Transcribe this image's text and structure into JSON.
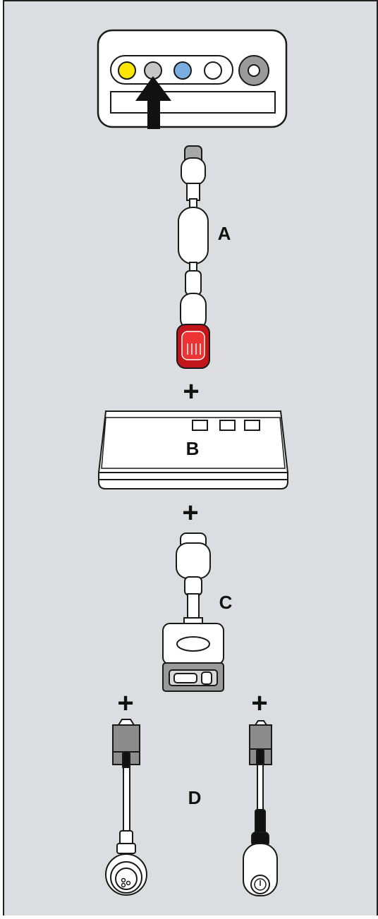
{
  "labels": {
    "a": "A",
    "b": "B",
    "c": "C",
    "d": "D"
  },
  "plus_sign": "+",
  "colors": {
    "background": "#dcdde0",
    "border": "#222222",
    "port_yellow": "#ffe600",
    "port_grey": "#c8c8c8",
    "port_blue": "#7aaee0",
    "port_white": "#ffffff",
    "port_dark": "#9a9a9a",
    "red_connector": "#c1141b",
    "gray_plug": "#8c8c8c",
    "black_cable": "#111111"
  }
}
